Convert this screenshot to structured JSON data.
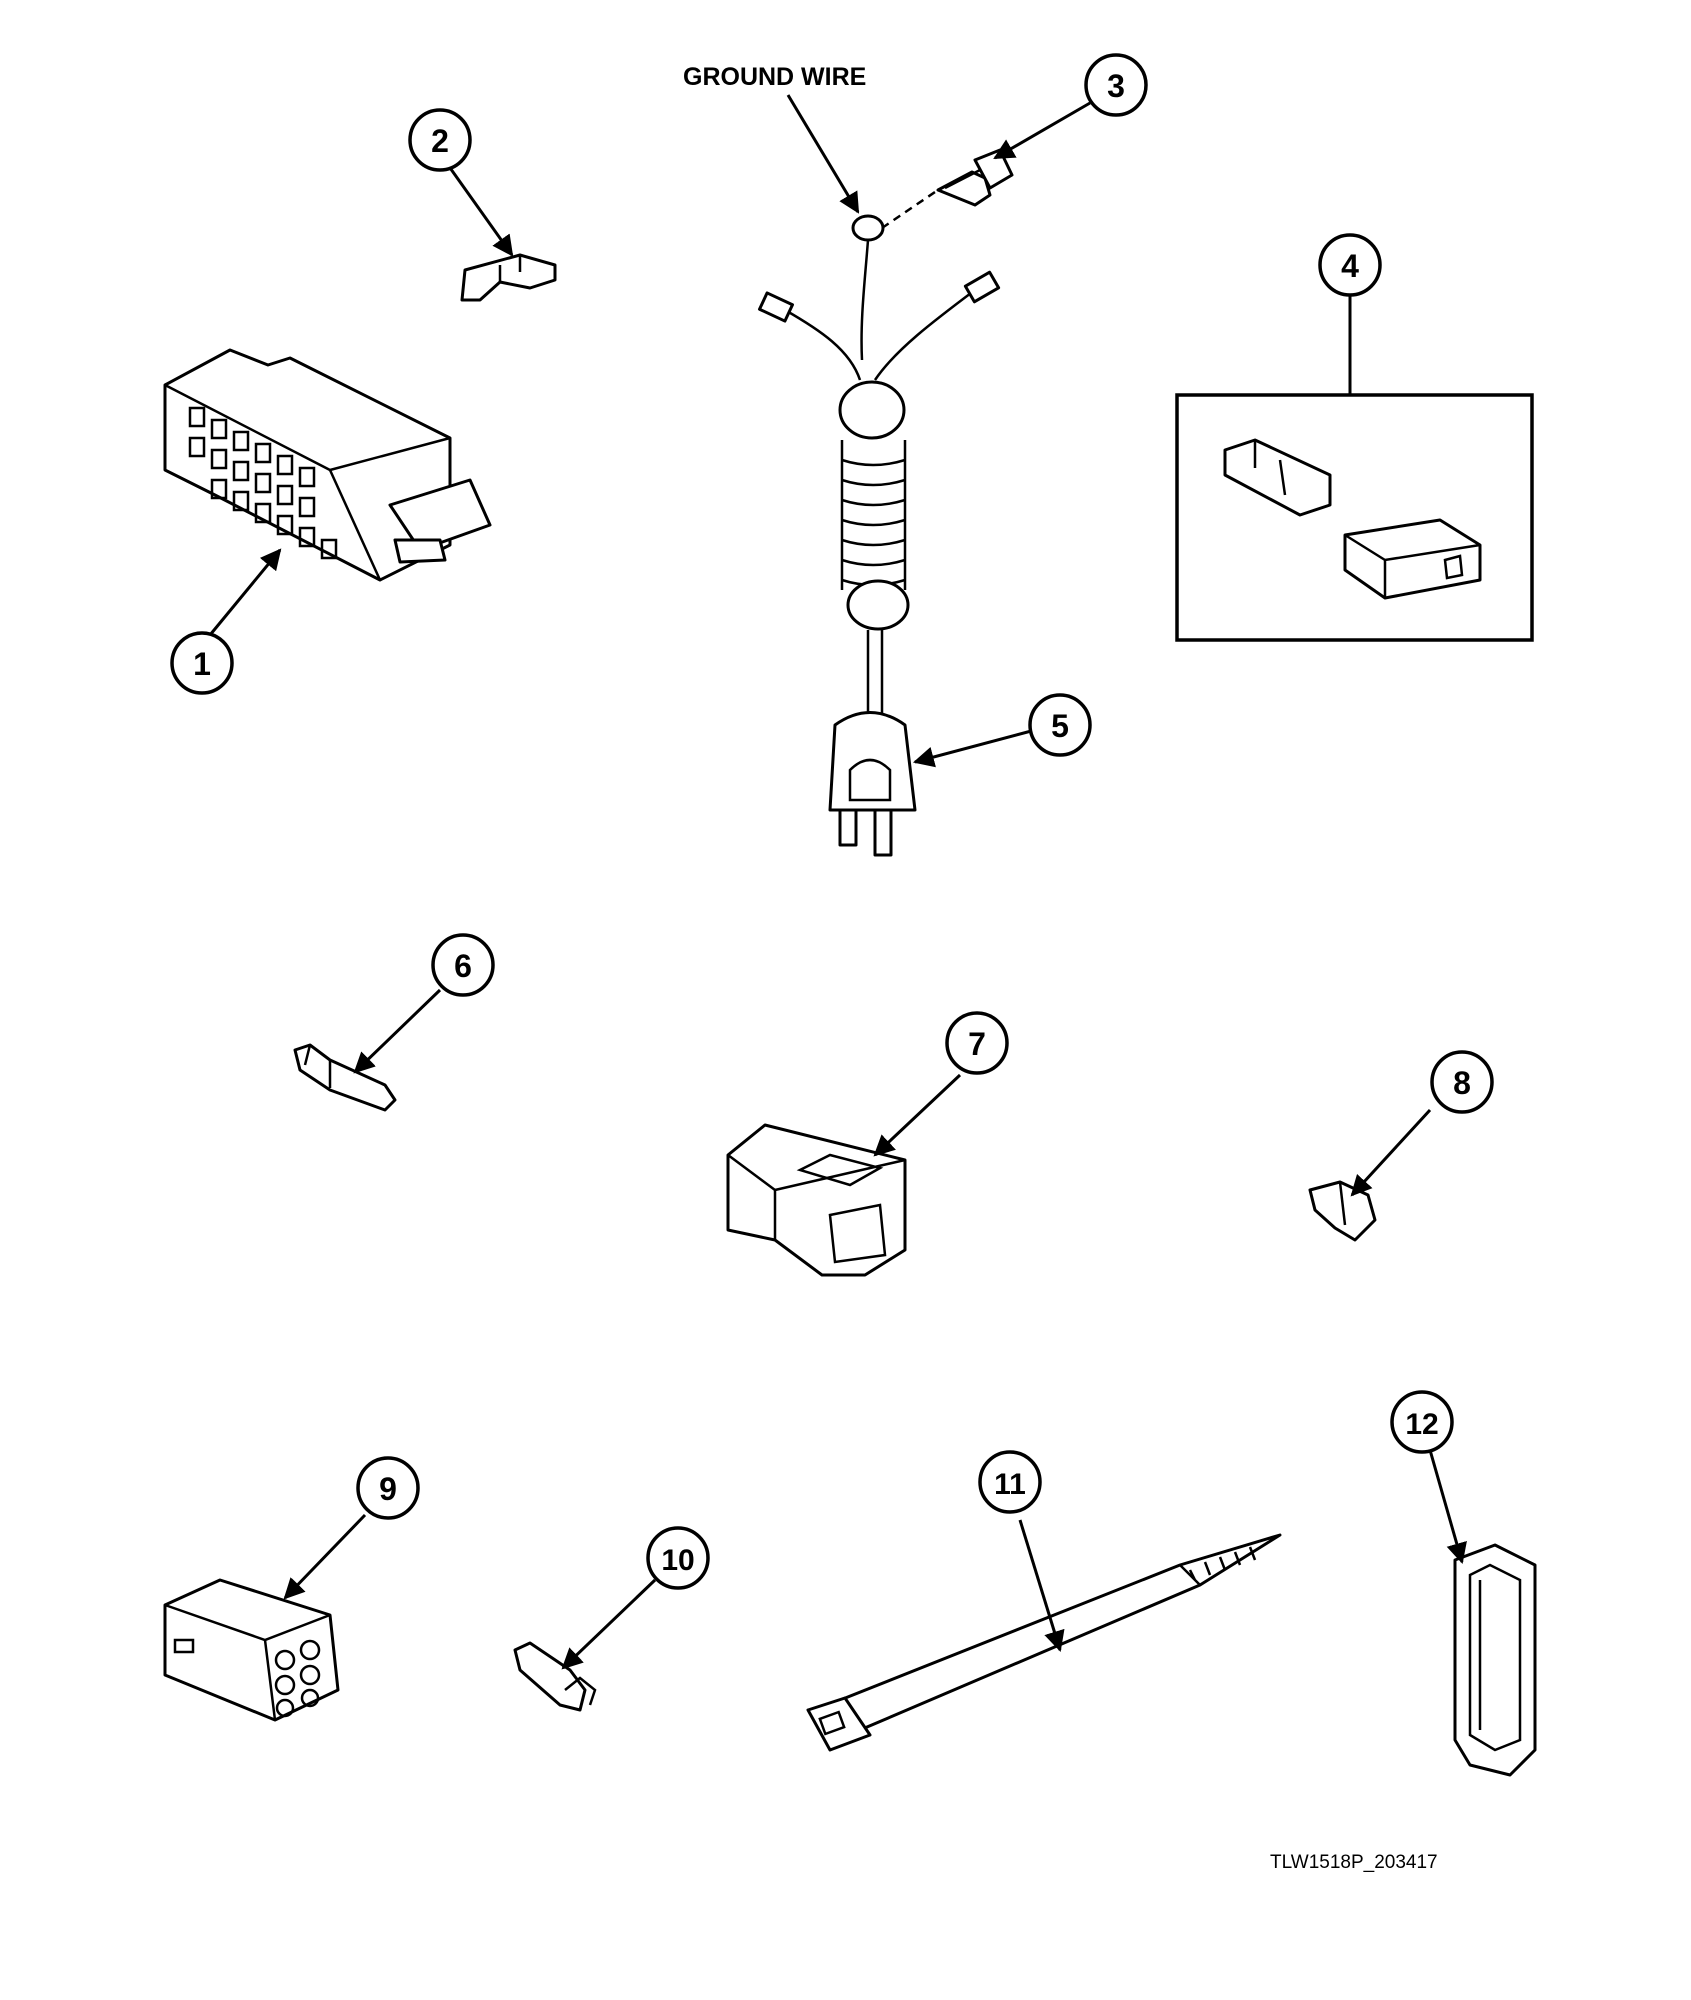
{
  "diagram": {
    "ground_wire_label": "GROUND WIRE",
    "drawing_id": "TLW1518P_203417",
    "callouts": [
      "1",
      "2",
      "3",
      "4",
      "5",
      "6",
      "7",
      "8",
      "9",
      "10",
      "11",
      "12"
    ]
  }
}
